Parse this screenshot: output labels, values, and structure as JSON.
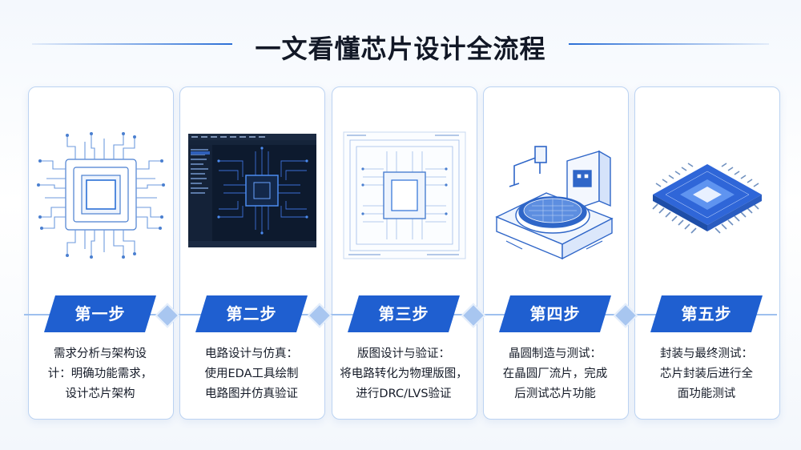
{
  "title": "一文看懂芯片设计全流程",
  "colors": {
    "accent": "#1f5fd0",
    "line": "#2b6fd6",
    "card_border": "#bcd3f2"
  },
  "steps": [
    {
      "label": "第一步",
      "icon": "chip-architecture-icon",
      "desc": [
        "需求分析与架构设",
        "计：明确功能需求，",
        "设计芯片架构"
      ]
    },
    {
      "label": "第二步",
      "icon": "eda-software-window-icon",
      "desc": [
        "电路设计与仿真：",
        "使用EDA工具绘制",
        "电路图并仿真验证"
      ]
    },
    {
      "label": "第三步",
      "icon": "layout-blueprint-icon",
      "desc": [
        "版图设计与验证：",
        "将电路转化为物理版图，",
        "进行DRC/LVS验证"
      ]
    },
    {
      "label": "第四步",
      "icon": "wafer-fab-machine-icon",
      "desc": [
        "晶圆制造与测试：",
        "在晶圆厂流片，完成",
        "后测试芯片功能"
      ]
    },
    {
      "label": "第五步",
      "icon": "packaged-chip-icon",
      "desc": [
        "封装与最终测试：",
        "芯片封装后进行全",
        "面功能测试"
      ]
    }
  ]
}
